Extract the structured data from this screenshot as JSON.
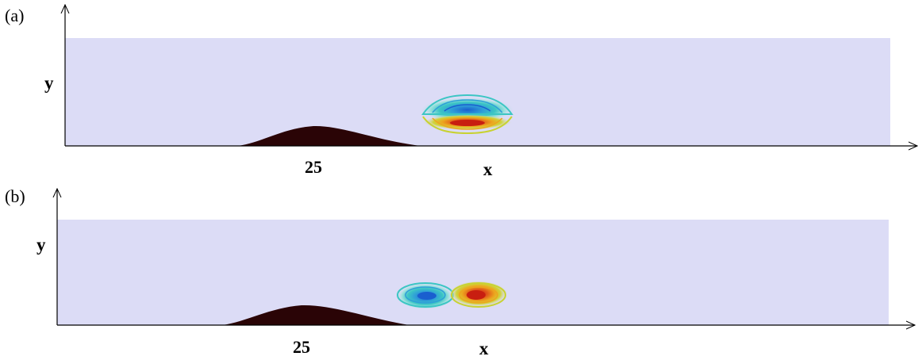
{
  "panels": [
    {
      "label": "(a)",
      "y_label": "y",
      "x_label": "x",
      "x_tick": "25"
    },
    {
      "label": "(b)",
      "y_label": "y",
      "x_label": "x",
      "x_tick": "25"
    }
  ],
  "colors": {
    "domain_fill": "#dcdcf6",
    "bump_fill": "#2a0406",
    "negative_core": "#1c6fd0",
    "negative_ring": "#36c2c2",
    "positive_core": "#d8341c",
    "positive_mid": "#e89a1c",
    "positive_ring": "#c8d232",
    "axis": "#000000"
  }
}
